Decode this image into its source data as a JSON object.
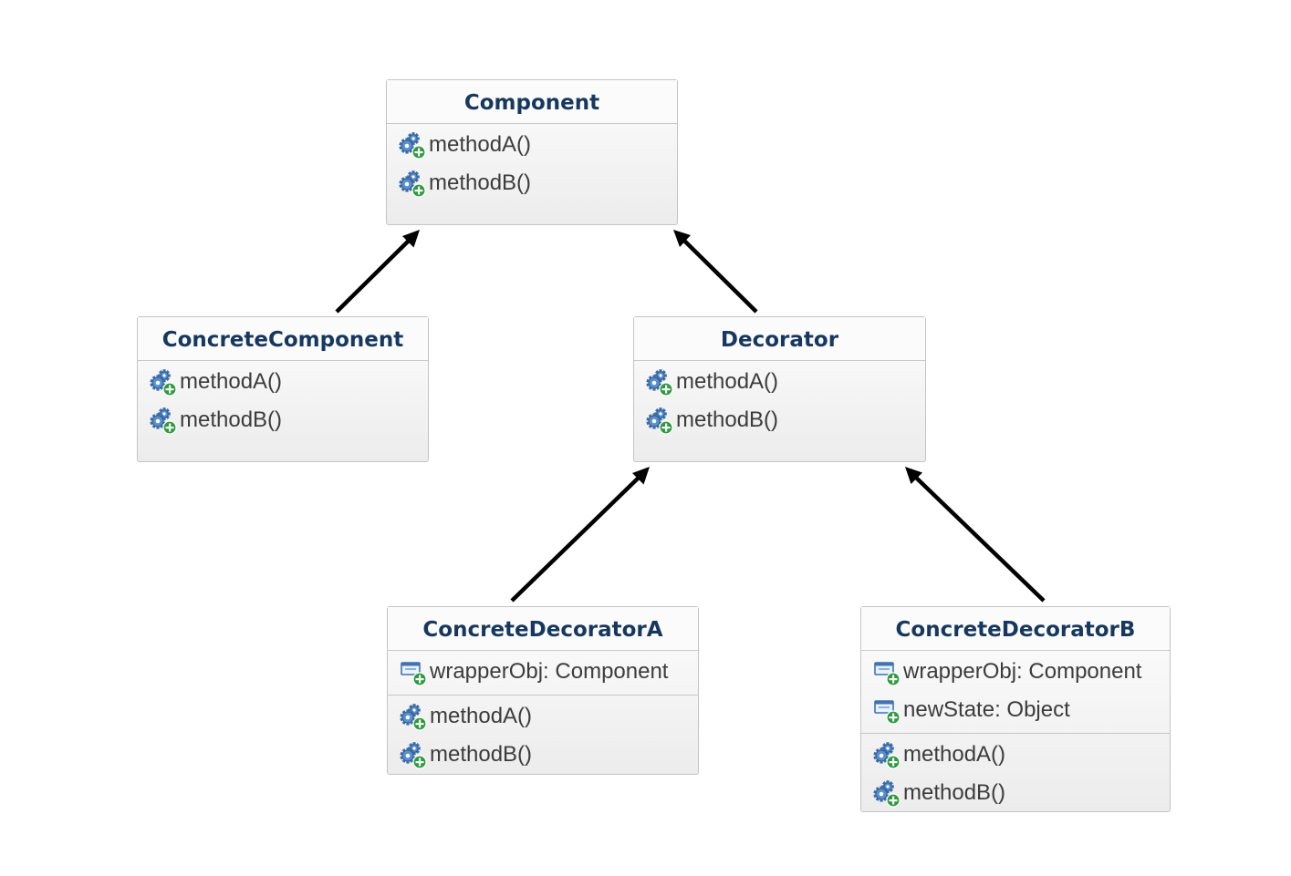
{
  "classes": {
    "component": {
      "name": "Component",
      "attributes": [],
      "methods": [
        "methodA()",
        "methodB()"
      ]
    },
    "concrete_component": {
      "name": "ConcreteComponent",
      "attributes": [],
      "methods": [
        "methodA()",
        "methodB()"
      ]
    },
    "decorator": {
      "name": "Decorator",
      "attributes": [],
      "methods": [
        "methodA()",
        "methodB()"
      ]
    },
    "concrete_decorator_a": {
      "name": "ConcreteDecoratorA",
      "attributes": [
        "wrapperObj: Component"
      ],
      "methods": [
        "methodA()",
        "methodB()"
      ]
    },
    "concrete_decorator_b": {
      "name": "ConcreteDecoratorB",
      "attributes": [
        "wrapperObj: Component",
        "newState: Object"
      ],
      "methods": [
        "methodA()",
        "methodB()"
      ]
    }
  },
  "relationships": [
    {
      "from": "ConcreteComponent",
      "to": "Component",
      "type": "inheritance"
    },
    {
      "from": "Decorator",
      "to": "Component",
      "type": "inheritance"
    },
    {
      "from": "ConcreteDecoratorA",
      "to": "Decorator",
      "type": "inheritance"
    },
    {
      "from": "ConcreteDecoratorB",
      "to": "Decorator",
      "type": "inheritance"
    }
  ],
  "icons": {
    "method": "public-method-icon",
    "attribute": "public-field-icon"
  },
  "colors": {
    "title_text": "#17385e",
    "member_text": "#3c3c3c",
    "box_border": "#c4c4c4",
    "arrow": "#000000"
  }
}
